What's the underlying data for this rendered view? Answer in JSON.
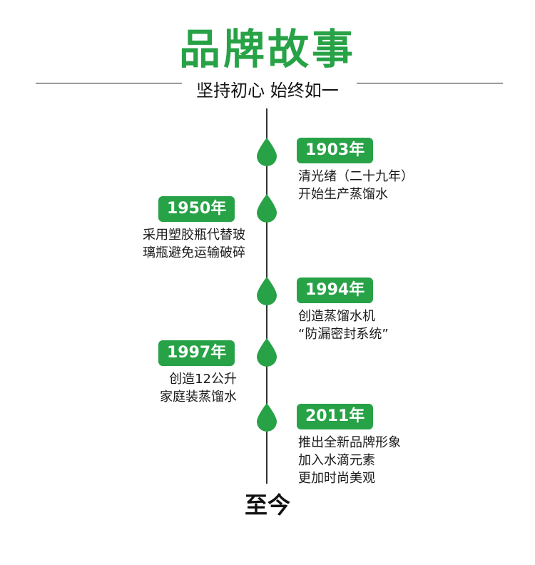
{
  "header": {
    "title": "品牌故事",
    "subtitle": "坚持初心 始终如一"
  },
  "colors": {
    "accent": "#27a246",
    "text": "#1a1a1a"
  },
  "timeline": [
    {
      "year": "1903年",
      "side": "right",
      "lines": [
        "清光绪（二十九年）",
        "开始生产蒸馏水"
      ]
    },
    {
      "year": "1950年",
      "side": "left",
      "lines": [
        "采用塑胶瓶代替玻",
        "璃瓶避免运输破碎"
      ]
    },
    {
      "year": "1994年",
      "side": "right",
      "lines": [
        "创造蒸馏水机",
        "“防漏密封系统”"
      ]
    },
    {
      "year": "1997年",
      "side": "left",
      "lines": [
        "创造12公升",
        "家庭装蒸馏水"
      ]
    },
    {
      "year": "2011年",
      "side": "right",
      "lines": [
        "推出全新品牌形象",
        "加入水滴元素",
        "更加时尚美观"
      ]
    }
  ],
  "end_label": "至今"
}
